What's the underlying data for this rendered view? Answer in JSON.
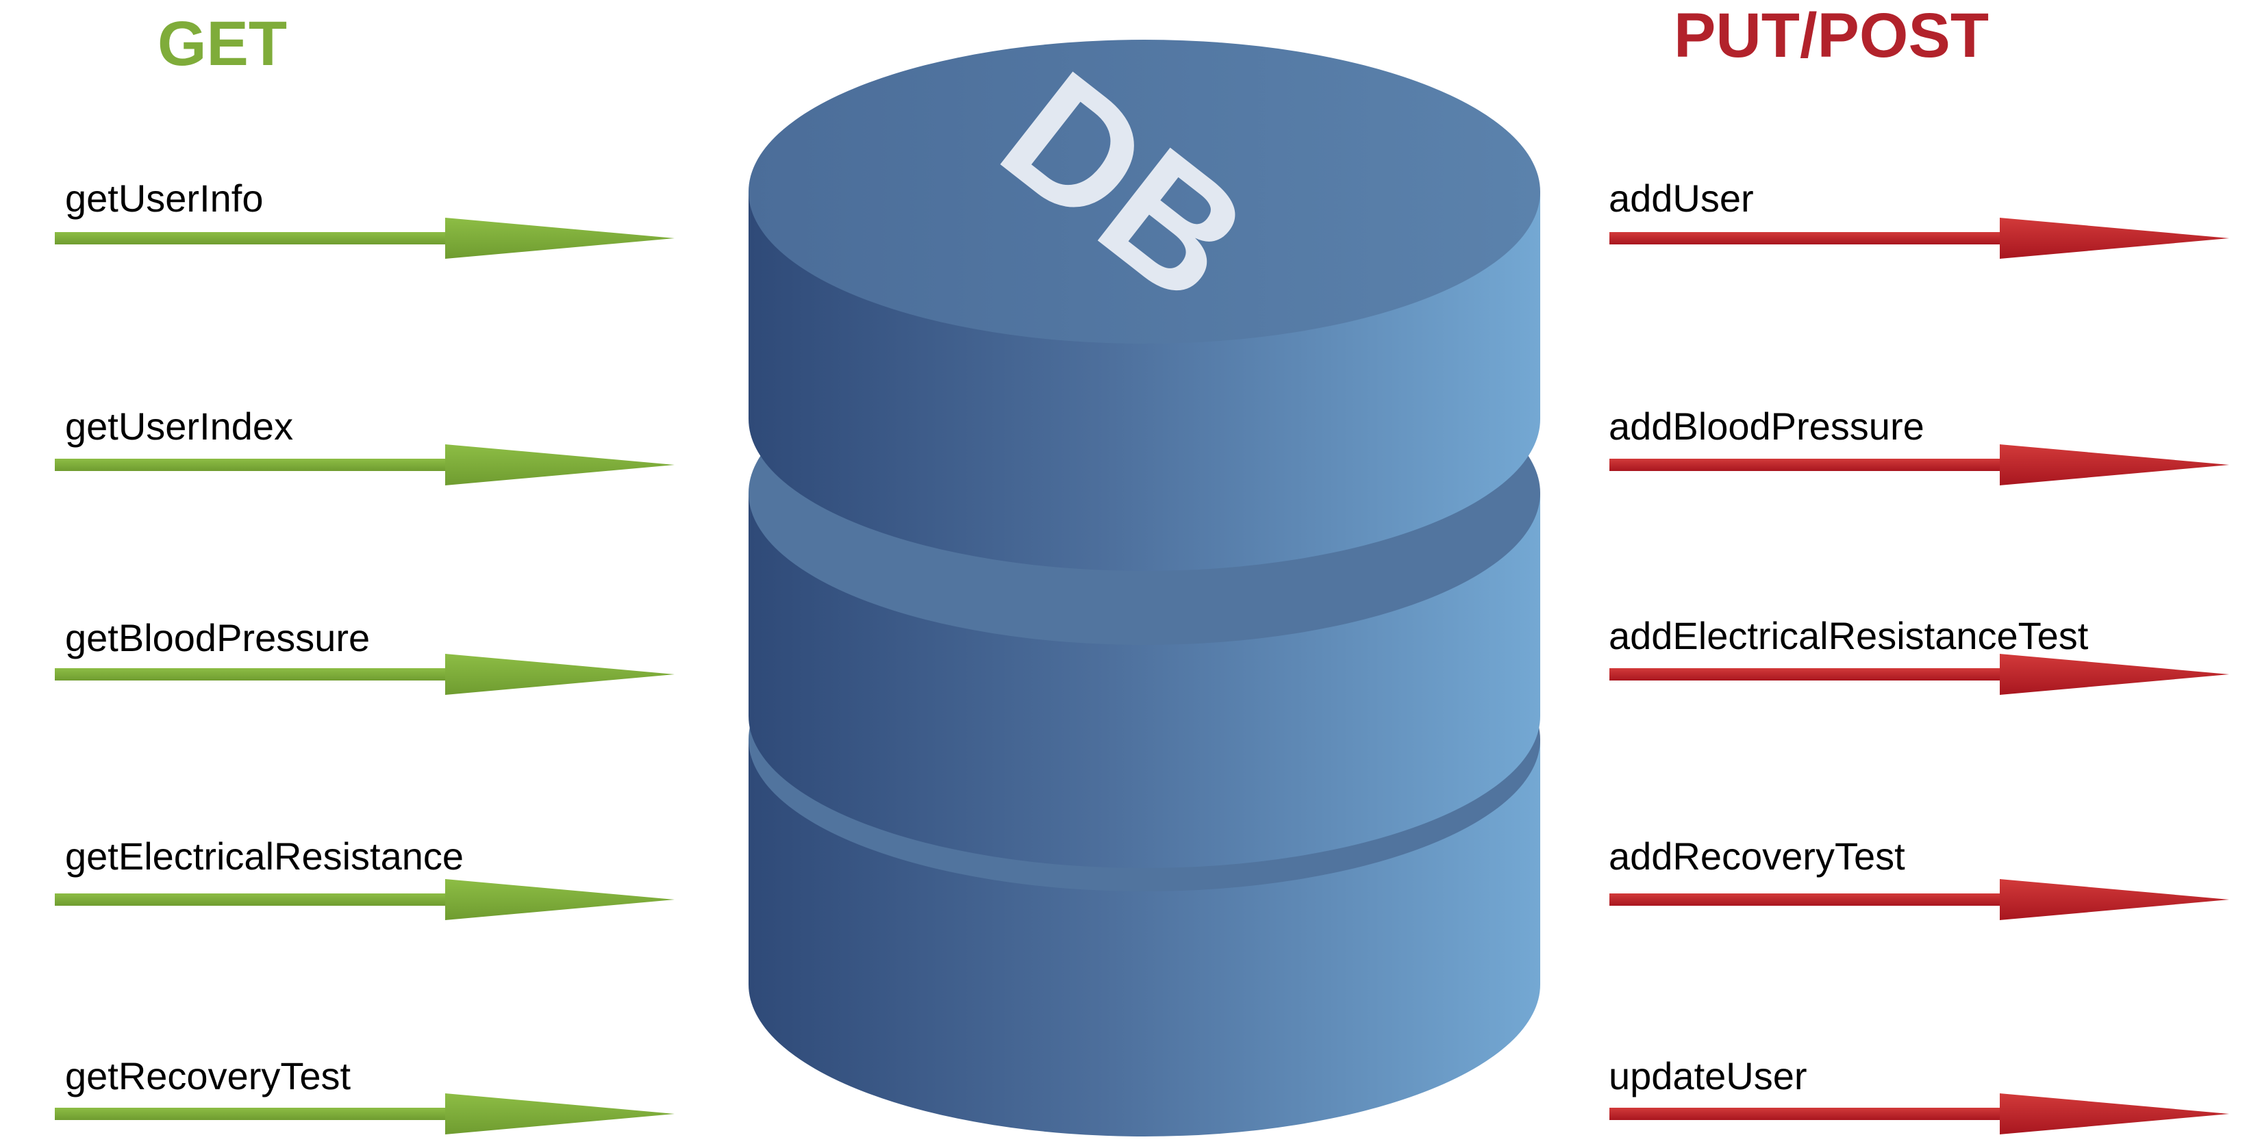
{
  "diagram": {
    "get_heading": "GET",
    "put_heading": "PUT/POST",
    "db_label": "DB",
    "get_endpoints": [
      "getUserInfo",
      "getUserIndex",
      "getBloodPressure",
      "getElectricalResistance",
      "getRecoveryTest"
    ],
    "put_endpoints": [
      "addUser",
      "addBloodPressure",
      "addElectricalResistanceTest",
      "addRecoveryTest",
      "updateUser"
    ],
    "colors": {
      "get": "#7fac3a",
      "put": "#b2222b",
      "database_dark": "#2f4a78",
      "database_light": "#74a8d3",
      "database_top": "#51769f",
      "db_text": "#e2e8f1"
    }
  }
}
